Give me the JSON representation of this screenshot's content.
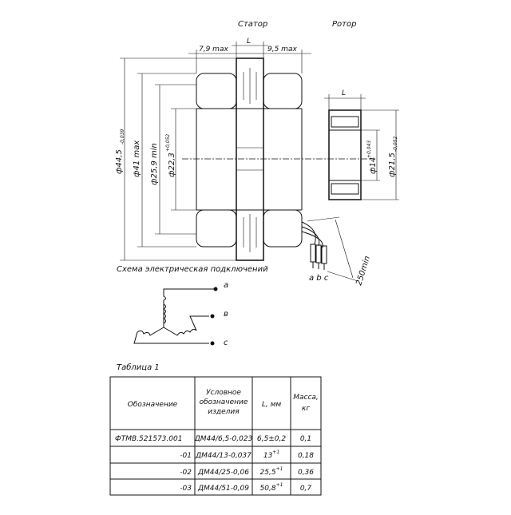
{
  "labels": {
    "stator": "Статор",
    "rotor": "Ротор",
    "dim_79": "7,9 max",
    "dim_L_stator": "L",
    "dim_95": "9,5 max",
    "dim_L_rotor": "L",
    "dia_445": "ф44,5",
    "dia_445_tol": "-0,039",
    "dia_41": "ф41 max",
    "dia_259": "ф25,9 min",
    "dia_223": "ф22,3",
    "dia_223_tol": "+0,052",
    "dia_14": "ф14",
    "dia_14_tol": "+0,043",
    "dia_215": "ф21,5",
    "dia_215_tol": "-0,052",
    "wire_len": "250min",
    "wires_abc": "a b c",
    "scheme_title": "Схема электрическая подключений",
    "term_a": "a",
    "term_b": "в",
    "term_c": "c",
    "table_title": "Таблица 1"
  },
  "table": {
    "headers": [
      "Обозначение",
      "Условное обозначение изделия",
      "L, мм",
      "Масса, кг"
    ],
    "rows": [
      {
        "designation": "ФТМВ.521573.001",
        "product": "ДМ44/6,5-0,023",
        "L": "6,5±0,2",
        "L_sup": "",
        "mass": "0,1"
      },
      {
        "designation": "-01",
        "product": "ДМ44/13-0,037",
        "L": "13",
        "L_sup": "+1",
        "mass": "0,18"
      },
      {
        "designation": "-02",
        "product": "ДМ44/25-0,06",
        "L": "25,5",
        "L_sup": "+1",
        "mass": "0,36"
      },
      {
        "designation": "-03",
        "product": "ДМ44/51-0,09",
        "L": "50,8",
        "L_sup": "+1",
        "mass": "0,7"
      }
    ]
  }
}
